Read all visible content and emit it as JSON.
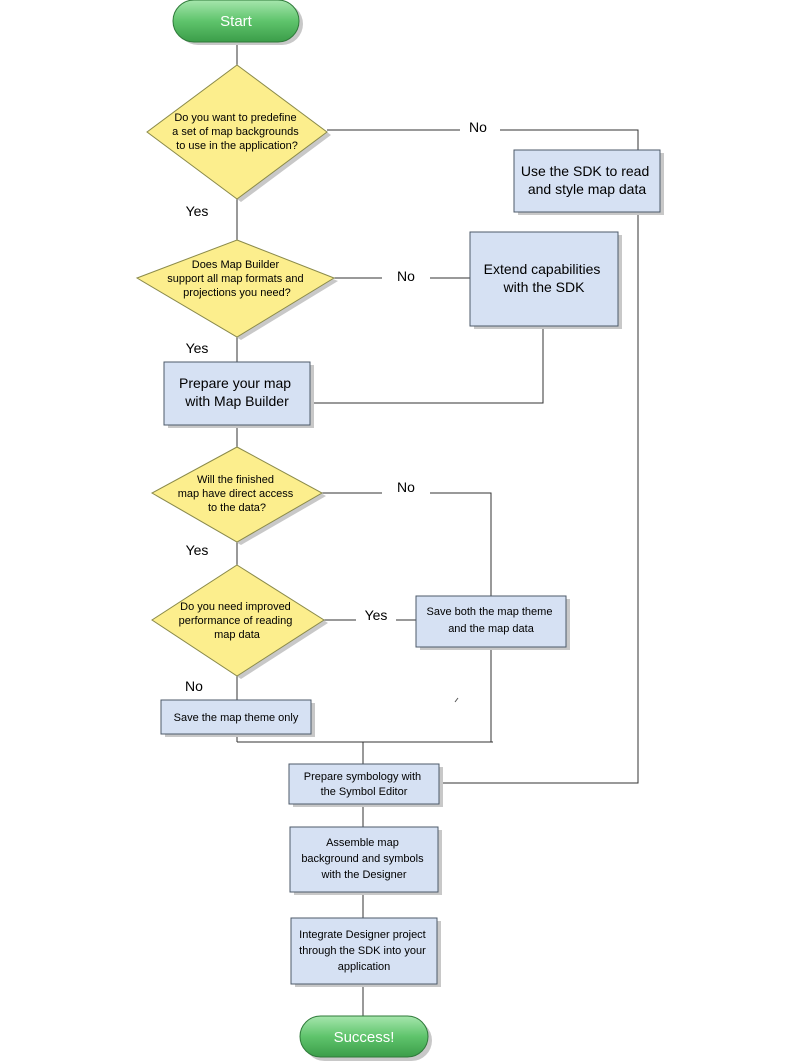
{
  "terminals": {
    "start": "Start",
    "end": "Success!"
  },
  "decisions": {
    "predefine": [
      "Do you want to predefine",
      "a set of map backgrounds",
      "to use in the application?"
    ],
    "formats": [
      "Does Map Builder",
      "support all map formats and",
      "projections you need?"
    ],
    "direct_access": [
      "Will the finished",
      "map have direct access",
      "to the data?"
    ],
    "performance": [
      "Do you need improved",
      "performance of reading",
      "map data"
    ]
  },
  "processes": {
    "sdk_read": [
      "Use the SDK to read",
      "and style map data"
    ],
    "extend": [
      "Extend capabilities",
      "with the SDK"
    ],
    "prepare_map": [
      "Prepare your map",
      "with Map Builder"
    ],
    "save_both": [
      "Save both the map theme",
      "and the map data"
    ],
    "save_theme": [
      "Save the map theme only"
    ],
    "symbology": [
      "Prepare symbology with",
      "the Symbol Editor"
    ],
    "assemble": [
      "Assemble map",
      "background and symbols",
      "with the Designer"
    ],
    "integrate": [
      "Integrate Designer project",
      "through the SDK into your",
      "application"
    ]
  },
  "edge_labels": {
    "predefine_no": "No",
    "predefine_yes": "Yes",
    "formats_no": "No",
    "formats_yes": "Yes",
    "direct_no": "No",
    "direct_yes": "Yes",
    "performance_yes": "Yes",
    "performance_no": "No"
  },
  "colors": {
    "decision_fill": "#fcee8d",
    "decision_stroke": "#8a8a4a",
    "process_fill": "#d6e1f3",
    "process_stroke": "#4d5a6a",
    "terminal_fill": "#5fc46c",
    "terminal_stroke": "#2f7a3a",
    "line": "#333333",
    "shadow": "#c8c8c8"
  }
}
